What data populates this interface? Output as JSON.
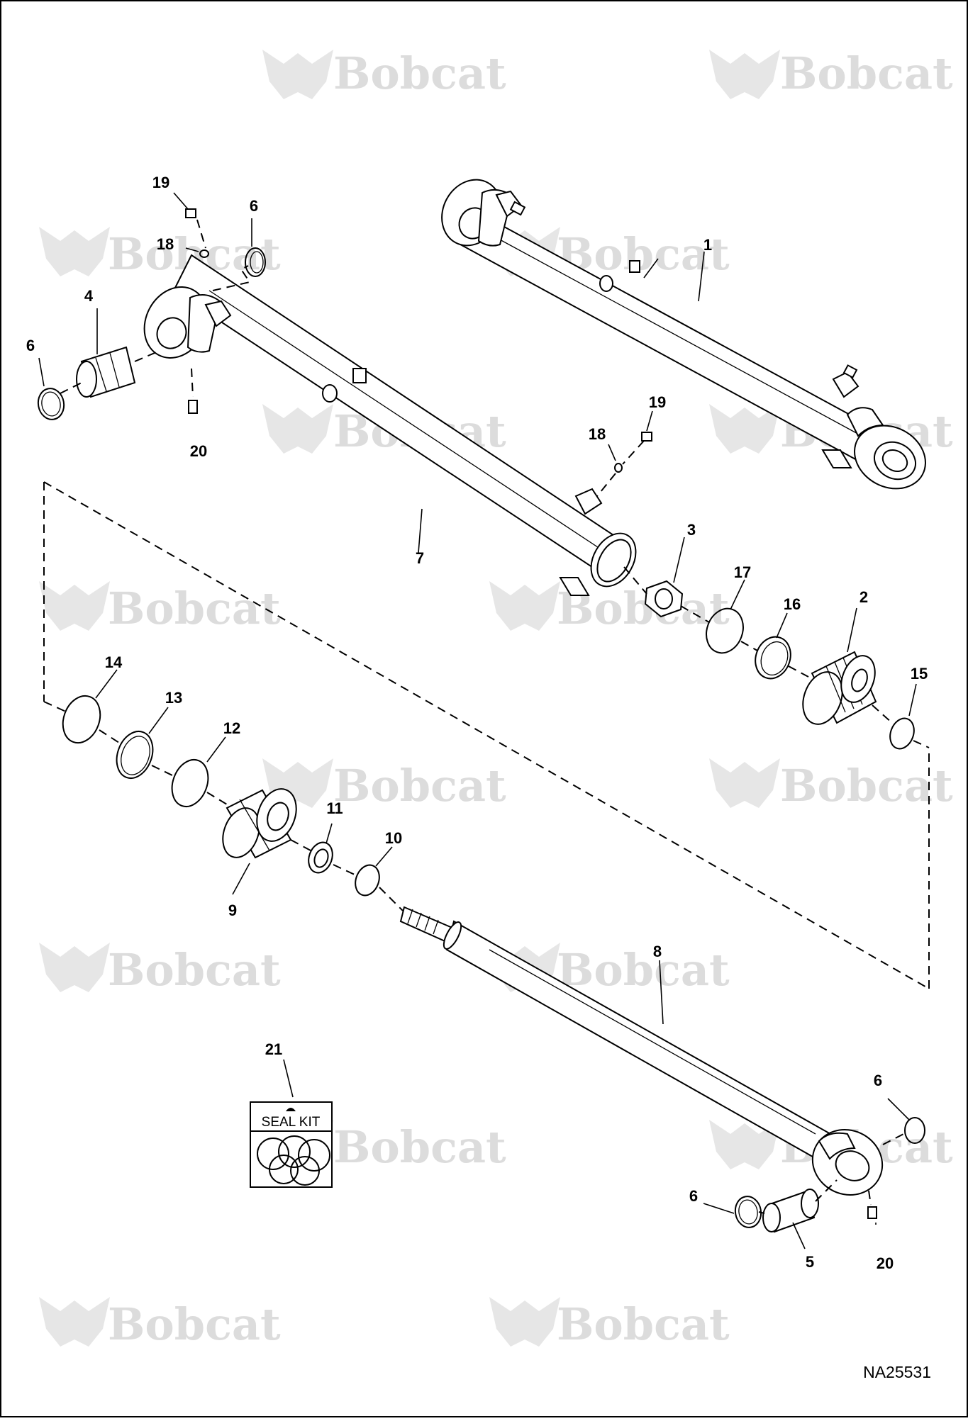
{
  "drawing_id": "NA25531",
  "watermark": {
    "brand": "Bobcat"
  },
  "seal_kit": {
    "label": "SEAL KIT"
  },
  "callouts": [
    {
      "id": "c1",
      "text": "1"
    },
    {
      "id": "c2",
      "text": "2"
    },
    {
      "id": "c3",
      "text": "3"
    },
    {
      "id": "c4",
      "text": "4"
    },
    {
      "id": "c5",
      "text": "5"
    },
    {
      "id": "c6a",
      "text": "6"
    },
    {
      "id": "c6b",
      "text": "6"
    },
    {
      "id": "c6c",
      "text": "6"
    },
    {
      "id": "c6d",
      "text": "6"
    },
    {
      "id": "c7",
      "text": "7"
    },
    {
      "id": "c8",
      "text": "8"
    },
    {
      "id": "c9",
      "text": "9"
    },
    {
      "id": "c10",
      "text": "10"
    },
    {
      "id": "c11",
      "text": "11"
    },
    {
      "id": "c12",
      "text": "12"
    },
    {
      "id": "c13",
      "text": "13"
    },
    {
      "id": "c14",
      "text": "14"
    },
    {
      "id": "c15",
      "text": "15"
    },
    {
      "id": "c16",
      "text": "16"
    },
    {
      "id": "c17",
      "text": "17"
    },
    {
      "id": "c18a",
      "text": "18"
    },
    {
      "id": "c18b",
      "text": "18"
    },
    {
      "id": "c19a",
      "text": "19"
    },
    {
      "id": "c19b",
      "text": "19"
    },
    {
      "id": "c20a",
      "text": "20"
    },
    {
      "id": "c20b",
      "text": "20"
    },
    {
      "id": "c21",
      "text": "21"
    }
  ]
}
